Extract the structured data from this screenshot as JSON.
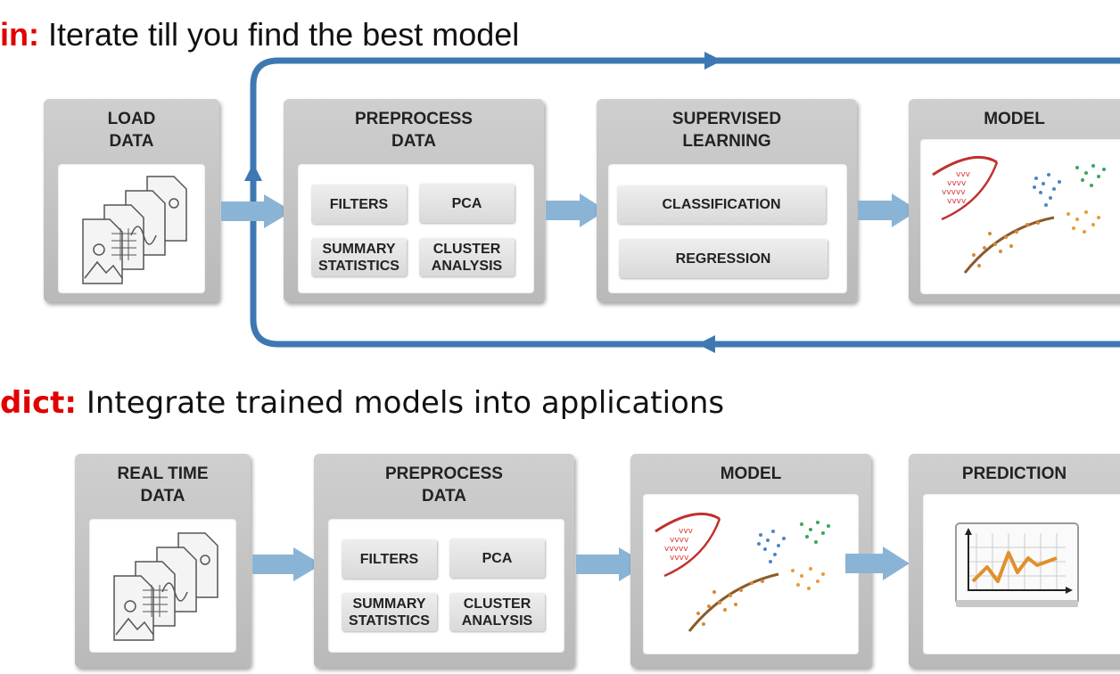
{
  "train": {
    "keyword": "in:",
    "text": "Iterate till you find the best model",
    "stages": {
      "load": "LOAD DATA",
      "preprocess": "PREPROCESS DATA",
      "supervised": "SUPERVISED LEARNING",
      "model": "MODEL"
    },
    "preprocess_items": {
      "filters": "FILTERS",
      "pca": "PCA",
      "summary": "SUMMARY STATISTICS",
      "cluster": "CLUSTER ANALYSIS"
    },
    "learning_items": {
      "classification": "CLASSIFICATION",
      "regression": "REGRESSION"
    }
  },
  "predict": {
    "keyword": "dict:",
    "text": "Integrate trained models into applications",
    "stages": {
      "realtime": "REAL TIME DATA",
      "preprocess": "PREPROCESS DATA",
      "model": "MODEL",
      "prediction": "PREDICTION"
    },
    "preprocess_items": {
      "filters": "FILTERS",
      "pca": "PCA",
      "summary": "SUMMARY STATISTICS",
      "cluster": "CLUSTER ANALYSIS"
    }
  },
  "colors": {
    "loop": "#3d78b3",
    "flow_arrow": "#8ab4d6",
    "keyword": "#e00000",
    "stage": "#c4c4c4"
  }
}
